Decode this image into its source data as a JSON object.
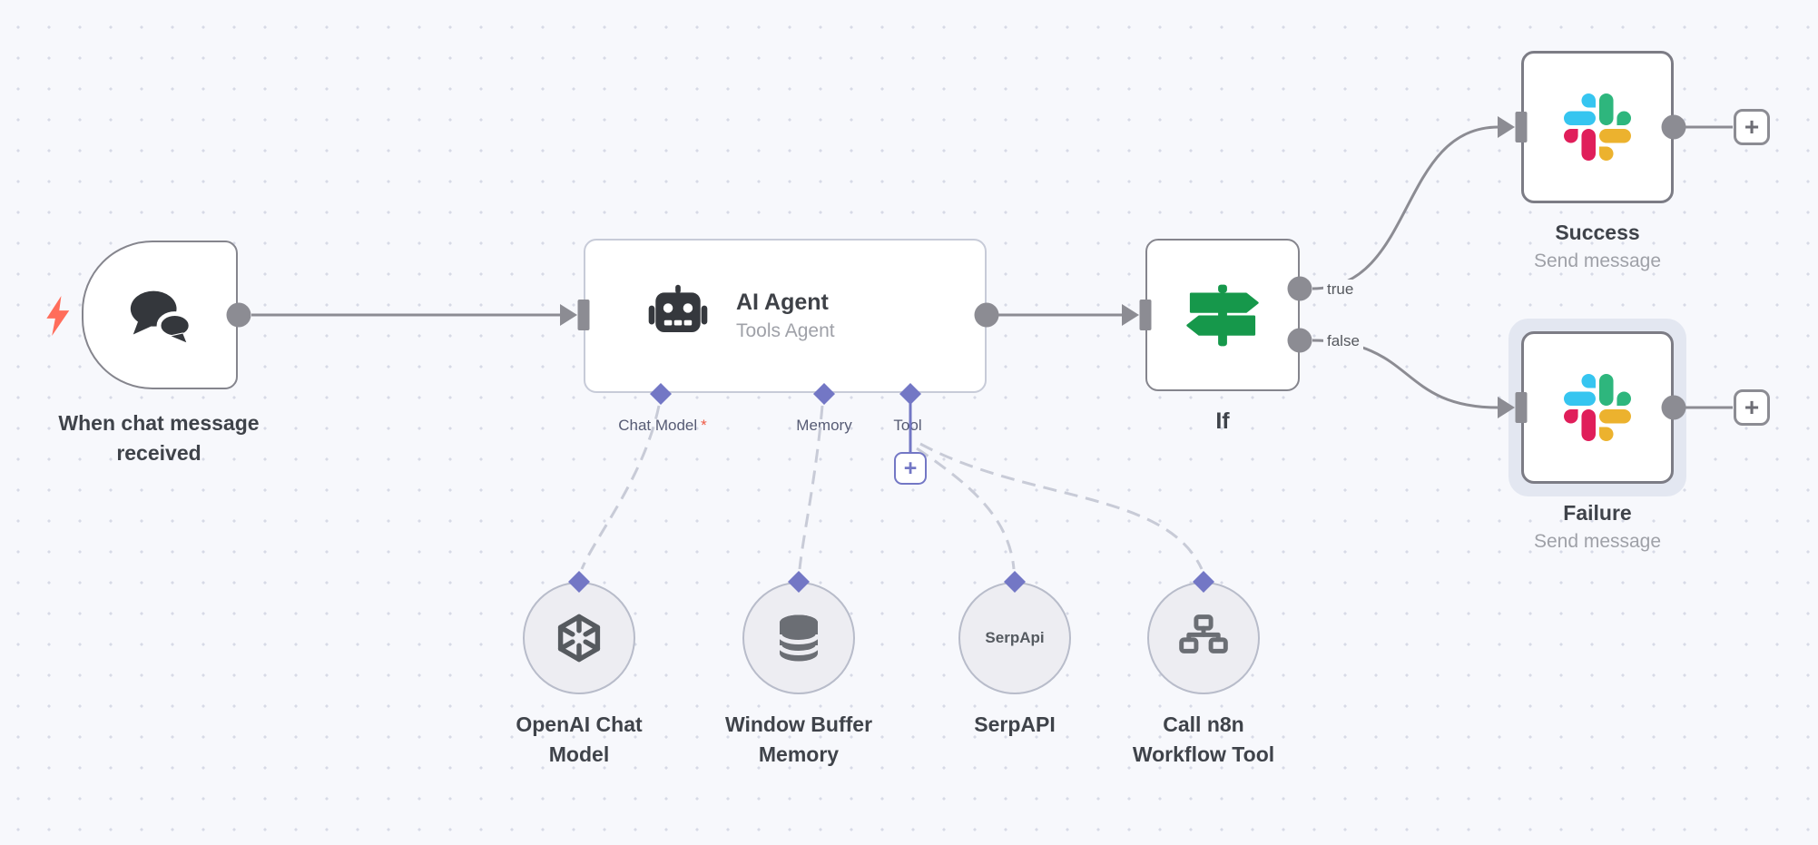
{
  "app": {
    "name": "n8n workflow canvas"
  },
  "colors": {
    "canvas_bg": "#f7f8fc",
    "grid_dot": "#d7dae6",
    "node_border": "#85858d",
    "edge_gray": "#8c8c93",
    "dashed_gray": "#c8cbd7",
    "accent_purple": "#7377c5",
    "if_green": "#16984b",
    "lightning_coral": "#ff6d5b",
    "selection_ring": "#e3e7f1",
    "slack_blue": "#36C5F0",
    "slack_green": "#2EB67D",
    "slack_yellow": "#ECB22E",
    "slack_red": "#E01E5A"
  },
  "workflow": {
    "trigger": {
      "label": "When chat message received",
      "icon": "chat-bubbles-icon"
    },
    "ai_agent": {
      "title": "AI Agent",
      "subtitle": "Tools Agent",
      "icon": "robot-icon",
      "ports": {
        "chat_model": "Chat Model",
        "required_marker": "*",
        "memory": "Memory",
        "tool": "Tool"
      }
    },
    "if_node": {
      "label": "If",
      "icon": "signpost-icon",
      "output_true": "true",
      "output_false": "false"
    },
    "success": {
      "label": "Success",
      "subtitle": "Send message",
      "icon": "slack-icon"
    },
    "failure": {
      "label": "Failure",
      "subtitle": "Send message",
      "icon": "slack-icon",
      "selected": true
    },
    "openai": {
      "label": "OpenAI Chat Model",
      "icon": "openai-icon"
    },
    "window_buffer": {
      "label": "Window Buffer Memory",
      "icon": "database-icon"
    },
    "serpapi": {
      "label": "SerpAPI",
      "logo_text": "SerpApi"
    },
    "n8n_tool": {
      "label": "Call n8n Workflow Tool",
      "icon": "sitemap-icon"
    },
    "plus": "+"
  }
}
